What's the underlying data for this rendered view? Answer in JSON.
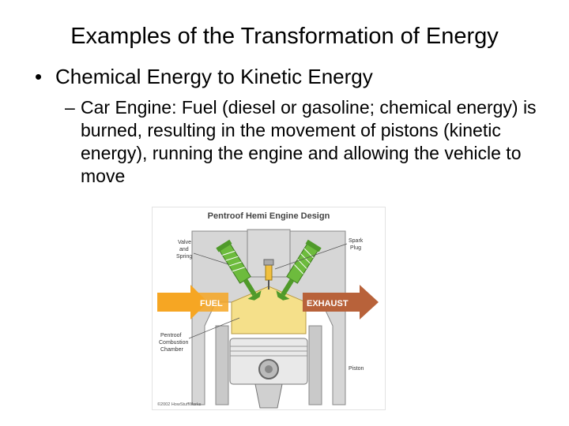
{
  "slide": {
    "title": "Examples of the Transformation of Energy",
    "bullet": "Chemical Energy to Kinetic Energy",
    "sub_bullet": "Car Engine: Fuel (diesel or gasoline; chemical energy) is burned, resulting in the movement of pistons (kinetic energy), running the engine and allowing the vehicle to move"
  },
  "diagram": {
    "title": "Pentroof Hemi Engine Design",
    "labels": {
      "valve_line1": "Valve",
      "valve_line2": "and",
      "valve_line3": "Spring",
      "spark_line1": "Spark",
      "spark_line2": "Plug",
      "fuel": "FUEL",
      "exhaust": "EXHAUST",
      "chamber_line1": "Pentroof",
      "chamber_line2": "Combustion",
      "chamber_line3": "Chamber",
      "piston": "Piston",
      "copyright": "©2002 HowStuffWorks"
    },
    "colors": {
      "fuel_arrow": "#f6a623",
      "exhaust_arrow": "#b8623a",
      "valve": "#6dbb3d",
      "chamber": "#f5e08a",
      "engine_block": "#d6d6d6"
    }
  }
}
